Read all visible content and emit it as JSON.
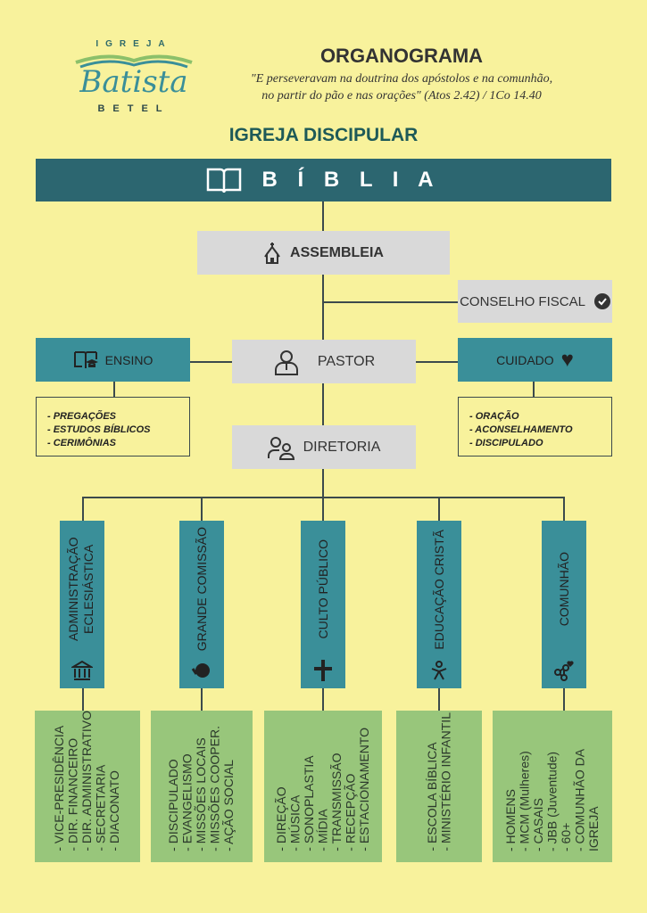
{
  "logo": {
    "top": "IGREJA",
    "script": "Batista",
    "bottom": "BETEL"
  },
  "header": {
    "title": "ORGANOGRAMA",
    "quote_line1": "\"E perseveravam na doutrina dos apóstolos e na comunhão,",
    "quote_line2": "no partir do pão e nas orações\" (Atos 2.42) / 1Co 14.40"
  },
  "subtitle": "IGREJA DISCIPULAR",
  "biblia": "B Í B L I A",
  "assembleia": "ASSEMBLEIA",
  "conselho": "CONSELHO FISCAL",
  "ensino": {
    "label": "ENSINO",
    "items": [
      "- PREGAÇÕES",
      "- ESTUDOS BÍBLICOS",
      "- CERIMÔNIAS"
    ]
  },
  "pastor": "PASTOR",
  "cuidado": {
    "label": "CUIDADO",
    "items": [
      "- ORAÇÃO",
      "- ACONSELHAMENTO",
      "- DISCIPULADO"
    ]
  },
  "diretoria": "DIRETORIA",
  "columns": [
    {
      "label": "ADMINISTRAÇÃO ECLESIÁSTICA",
      "items": [
        "- VICE-PRESIDÊNCIA",
        "- DIR. FINANCEIRO",
        "- DIR. ADMINISTRATIVO",
        "- SECRETARIA",
        "- DIACONATO"
      ]
    },
    {
      "label": "GRANDE COMISSÃO",
      "items": [
        "- DISCIPULADO",
        "- EVANGELISMO",
        "- MISSÕES LOCAIS",
        "- MISSÕES COOPER.",
        "- AÇÃO SOCIAL"
      ]
    },
    {
      "label": "CULTO PÚBLICO",
      "items": [
        "- DIREÇÃO",
        "- MÚSICA",
        "- SONOPLASTIA",
        "- MÍDIA",
        "- TRANSMISSÃO",
        "- RECEPÇÃO",
        "- ESTACIONAMENTO"
      ]
    },
    {
      "label": "EDUCAÇÃO CRISTÃ",
      "items": [
        "- ESCOLA BÍBLICA",
        "- MINISTÉRIO INFANTIL"
      ]
    },
    {
      "label": "COMUNHÃO",
      "items": [
        "- HOMENS",
        "- MCM (Mulheres)",
        "- CASAIS",
        "- JBB (Juventude)",
        "- 60+",
        "- COMUNHÃO DA IGREJA"
      ]
    }
  ]
}
